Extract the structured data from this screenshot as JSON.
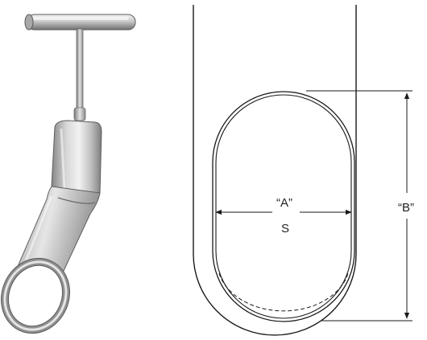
{
  "labels": {
    "dimension_a": "“A”",
    "size_code": "S",
    "dimension_b": "“B”"
  },
  "colors": {
    "outline": "#1a1a1a",
    "metal_light": "#e9e9e9",
    "metal_mid": "#b4b4b4",
    "metal_dark": "#6e6e6e"
  }
}
